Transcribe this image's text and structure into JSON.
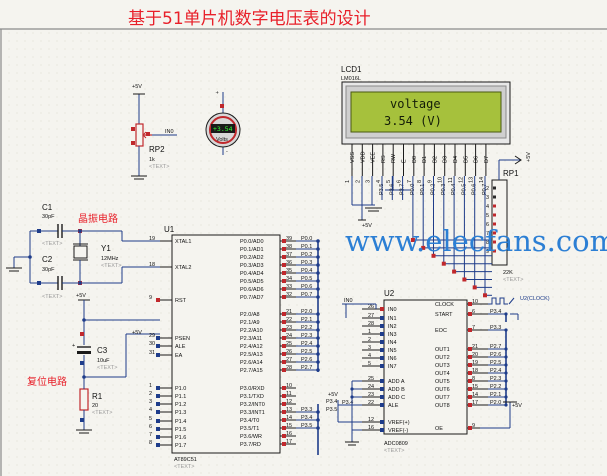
{
  "title": "基于51单片机数字电压表的设计",
  "watermark": "www.elecfans.com",
  "notes": {
    "crystal": "晶振电路",
    "reset": "复位电路"
  },
  "rails": {
    "vcc": "+5V"
  },
  "text_placeholder": "<TEXT>",
  "lcd": {
    "ref": "LCD1",
    "part": "LM016L",
    "line1": "voltage",
    "line2": "3.54 (V)",
    "pins": [
      "VSS",
      "VDD",
      "VEE",
      "RS",
      "RW",
      "E",
      "D0",
      "D1",
      "D2",
      "D3",
      "D4",
      "D5",
      "D6",
      "D7"
    ],
    "nums": [
      "1",
      "2",
      "3",
      "4",
      "5",
      "6",
      "7",
      "8",
      "9",
      "10",
      "11",
      "12",
      "13",
      "14"
    ]
  },
  "voltmeter": {
    "reading": "+3.54",
    "unit": "Volts"
  },
  "rp2": {
    "ref": "RP2",
    "value": "1k",
    "net": "IN0"
  },
  "rp1": {
    "ref": "RP1",
    "value": "22K"
  },
  "c1": {
    "ref": "C1",
    "value": "30pF"
  },
  "c2": {
    "ref": "C2",
    "value": "30pF"
  },
  "c3": {
    "ref": "C3",
    "value": "10uF"
  },
  "r1": {
    "ref": "R1",
    "value": "20"
  },
  "y1": {
    "ref": "Y1",
    "value": "12MHz"
  },
  "u1": {
    "ref": "U1",
    "part": "AT89C51",
    "left": [
      {
        "num": "19",
        "name": "XTAL1"
      },
      {
        "num": "18",
        "name": "XTAL2"
      },
      {
        "num": "9",
        "name": "RST"
      },
      {
        "num": "29",
        "name": "PSEN"
      },
      {
        "num": "30",
        "name": "ALE"
      },
      {
        "num": "31",
        "name": "EA"
      },
      {
        "num": "1",
        "name": "P1.0"
      },
      {
        "num": "2",
        "name": "P1.1"
      },
      {
        "num": "3",
        "name": "P1.2"
      },
      {
        "num": "4",
        "name": "P1.3"
      },
      {
        "num": "5",
        "name": "P1.4"
      },
      {
        "num": "6",
        "name": "P1.5"
      },
      {
        "num": "7",
        "name": "P1.6"
      },
      {
        "num": "8",
        "name": "P1.7"
      }
    ],
    "right": [
      {
        "num": "39",
        "name": "P0.0/AD0",
        "net": "P0.0"
      },
      {
        "num": "38",
        "name": "P0.1/AD1",
        "net": "P0.1"
      },
      {
        "num": "37",
        "name": "P0.2/AD2",
        "net": "P0.2"
      },
      {
        "num": "36",
        "name": "P0.3/AD3",
        "net": "P0.3"
      },
      {
        "num": "35",
        "name": "P0.4/AD4",
        "net": "P0.4"
      },
      {
        "num": "34",
        "name": "P0.5/AD5",
        "net": "P0.5"
      },
      {
        "num": "33",
        "name": "P0.6/AD6",
        "net": "P0.6"
      },
      {
        "num": "32",
        "name": "P0.7/AD7",
        "net": "P0.7"
      },
      {
        "num": "21",
        "name": "P2.0/A8",
        "net": "P2.0"
      },
      {
        "num": "22",
        "name": "P2.1/A9",
        "net": "P2.1"
      },
      {
        "num": "23",
        "name": "P2.2/A10",
        "net": "P2.2"
      },
      {
        "num": "24",
        "name": "P2.3/A11",
        "net": "P2.3"
      },
      {
        "num": "25",
        "name": "P2.4/A12",
        "net": "P2.4"
      },
      {
        "num": "26",
        "name": "P2.5/A13",
        "net": "P2.5"
      },
      {
        "num": "27",
        "name": "P2.6/A14",
        "net": "P2.6"
      },
      {
        "num": "28",
        "name": "P2.7/A15",
        "net": "P2.7"
      },
      {
        "num": "10",
        "name": "P3.0/RXD",
        "net": ""
      },
      {
        "num": "11",
        "name": "P3.1/TXD",
        "net": ""
      },
      {
        "num": "12",
        "name": "P3.2/INT0",
        "net": ""
      },
      {
        "num": "13",
        "name": "P3.3/INT1",
        "net": "P3.3"
      },
      {
        "num": "14",
        "name": "P3.4/T0",
        "net": "P3.4"
      },
      {
        "num": "15",
        "name": "P3.5/T1",
        "net": "P3.5"
      },
      {
        "num": "16",
        "name": "P3.6/WR",
        "net": ""
      },
      {
        "num": "17",
        "name": "P3.7/RD",
        "net": ""
      }
    ]
  },
  "u2": {
    "ref": "U2",
    "part": "ADC0809",
    "clock_label": "U2(CLOCK)",
    "left": [
      {
        "num": "26",
        "name": "IN0",
        "net": "IN0"
      },
      {
        "num": "27",
        "name": "IN1",
        "net": ""
      },
      {
        "num": "28",
        "name": "IN2",
        "net": ""
      },
      {
        "num": "1",
        "name": "IN3",
        "net": ""
      },
      {
        "num": "2",
        "name": "IN4",
        "net": ""
      },
      {
        "num": "3",
        "name": "IN5",
        "net": ""
      },
      {
        "num": "4",
        "name": "IN6",
        "net": ""
      },
      {
        "num": "5",
        "name": "IN7",
        "net": ""
      },
      {
        "num": "25",
        "name": "ADD A",
        "net": ""
      },
      {
        "num": "24",
        "name": "ADD B",
        "net": ""
      },
      {
        "num": "23",
        "name": "ADD C",
        "net": ""
      },
      {
        "num": "22",
        "name": "ALE",
        "net": "P3.4"
      },
      {
        "num": "12",
        "name": "VREF(+)",
        "net": ""
      },
      {
        "num": "16",
        "name": "VREF(-)",
        "net": ""
      }
    ],
    "right": [
      {
        "num": "10",
        "name": "CLOCK",
        "net": ""
      },
      {
        "num": "6",
        "name": "START",
        "net": "P3.4"
      },
      {
        "num": "7",
        "name": "EOC",
        "net": "P3.3"
      },
      {
        "num": "21",
        "name": "OUT1",
        "net": "P2.7"
      },
      {
        "num": "20",
        "name": "OUT2",
        "net": "P2.6"
      },
      {
        "num": "19",
        "name": "OUT3",
        "net": "P2.5"
      },
      {
        "num": "18",
        "name": "OUT4",
        "net": "P2.4"
      },
      {
        "num": "8",
        "name": "OUT5",
        "net": "P2.3"
      },
      {
        "num": "15",
        "name": "OUT6",
        "net": "P2.2"
      },
      {
        "num": "14",
        "name": "OUT7",
        "net": "P2.1"
      },
      {
        "num": "17",
        "name": "OUT8",
        "net": "P2.0"
      },
      {
        "num": "9",
        "name": "OE",
        "net": ""
      }
    ]
  },
  "lcd_bus_nets": [
    "P3.5",
    "P3.6",
    "P3.7",
    "P0.0",
    "P0.1",
    "P0.2",
    "P0.3",
    "P0.4",
    "P0.5",
    "P0.6",
    "P0.7"
  ],
  "p3_left_nets": [
    "P3.4",
    "P3.5"
  ]
}
